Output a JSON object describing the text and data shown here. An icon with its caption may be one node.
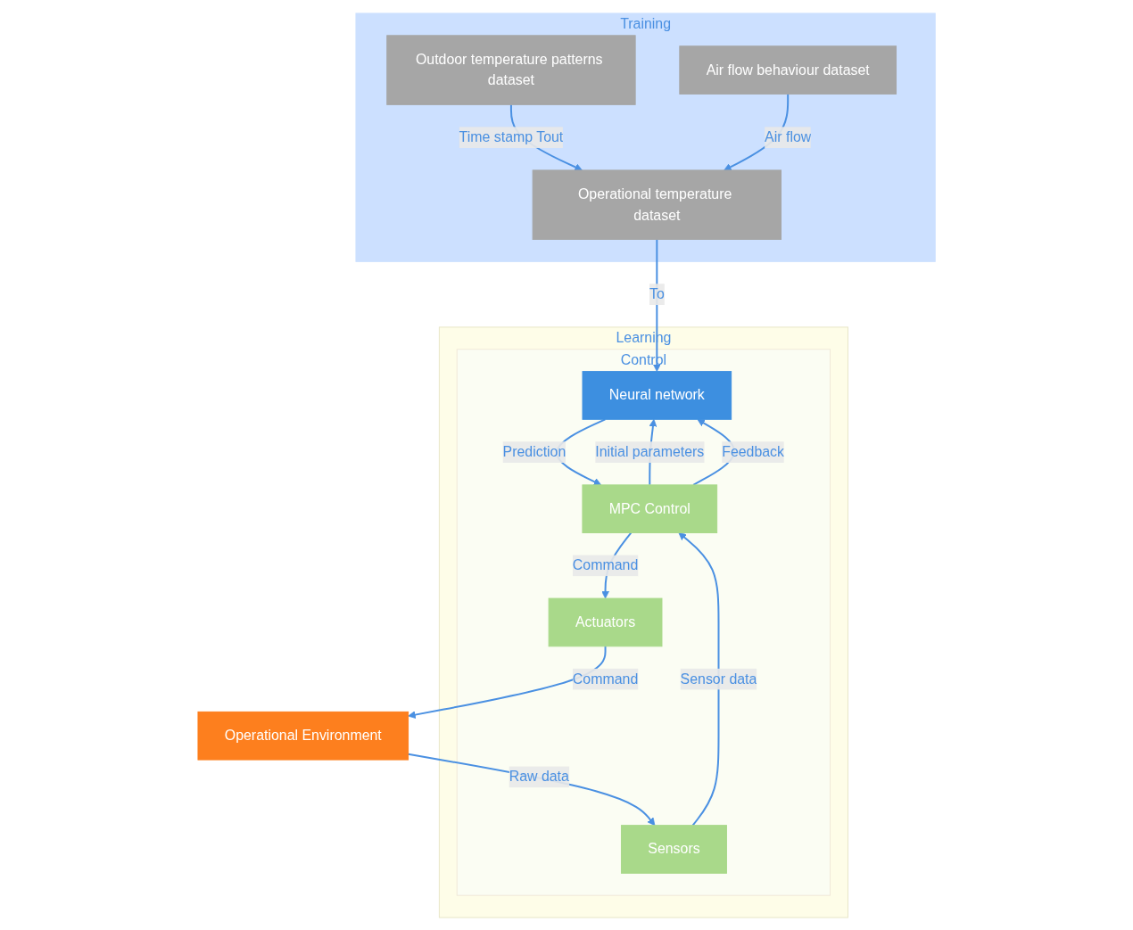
{
  "diagram": {
    "nodes": [
      {
        "text": [
          "Training"
        ]
      },
      {
        "text": [
          "Outdoor temperature patterns dataset"
        ],
        "in": 0
      },
      {
        "text": [
          "Operational temperature dataset"
        ],
        "in": 0
      },
      {
        "text": [
          "Air flow behaviour dataset"
        ],
        "in": 0
      },
      {
        "text": [
          "Learning"
        ]
      },
      {
        "text": [
          "Control"
        ],
        "in": 4
      },
      {
        "text": [
          "Neural network"
        ],
        "in": 5
      },
      {
        "text": [
          "MPC Control"
        ],
        "in": 5
      },
      {
        "text": [
          "Sensors"
        ],
        "in": 5
      },
      {
        "text": [
          "Actuators"
        ],
        "in": 5
      },
      {
        "text": [
          "Operational Environment"
        ]
      }
    ],
    "edges": [
      {
        "from": 1,
        "to": 2,
        "arrow": "to",
        "label": "Time stamp Tout"
      },
      {
        "from": 3,
        "to": 2,
        "arrow": "to",
        "label": "Air flow"
      },
      {
        "from": 2,
        "to": 6,
        "arrow": "to",
        "label": "To"
      },
      {
        "from": 7,
        "to": 6,
        "arrow": "to",
        "label": "Initial parameters"
      },
      {
        "from": 7,
        "to": 6,
        "arrow": "to",
        "label": "Feedback"
      },
      {
        "from": 6,
        "to": 7,
        "arrow": "to",
        "label": "Prediction"
      },
      {
        "from": 8,
        "to": 7,
        "arrow": "to",
        "label": "Sensor data"
      },
      {
        "from": 7,
        "to": 9,
        "arrow": "to",
        "label": "Command"
      },
      {
        "from": 9,
        "to": 10,
        "arrow": "to",
        "label": "Command"
      },
      {
        "from": 10,
        "to": 8,
        "arrow": "to",
        "label": "Raw data"
      }
    ]
  }
}
